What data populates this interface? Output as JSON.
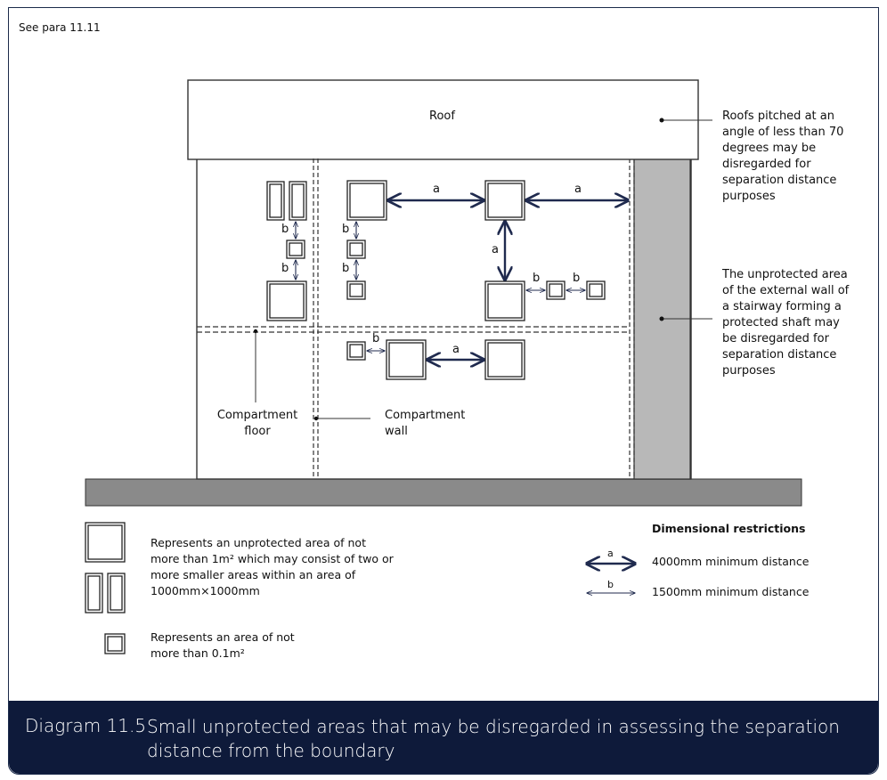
{
  "header": {
    "see_para": "See para 11.11"
  },
  "building": {
    "roof_label": "Roof",
    "roof_note": "Roofs pitched at an angle of less than 70 degrees may be disregarded for separation distance purposes",
    "stairway_note": "The unprotected area of the external wall of a stairway forming a protected shaft may be disregarded for separation distance purposes",
    "compartment_floor_label": "Compartment floor",
    "compartment_wall_label": "Compartment wall",
    "dimension_labels": {
      "a": "a",
      "b": "b"
    }
  },
  "legend": {
    "large_area_text": "Represents an unprotected area of not more than 1m² which may consist of two or more smaller areas within an area of 1000mm×1000mm",
    "small_area_text": "Represents an area of not more than 0.1m²",
    "dimensional_title": "Dimensional restrictions",
    "a_label": "a",
    "a_text": "4000mm minimum distance",
    "b_label": "b",
    "b_text": "1500mm minimum distance"
  },
  "caption": {
    "number": "Diagram 11.5",
    "text": "Small unprotected areas that may be disregarded in assessing the separation distance from the boundary"
  },
  "colors": {
    "navy": "#0e1a3a",
    "arrow": "#1f2a4e",
    "ground": "#8a8a8a",
    "stair": "#b8b8b8"
  }
}
